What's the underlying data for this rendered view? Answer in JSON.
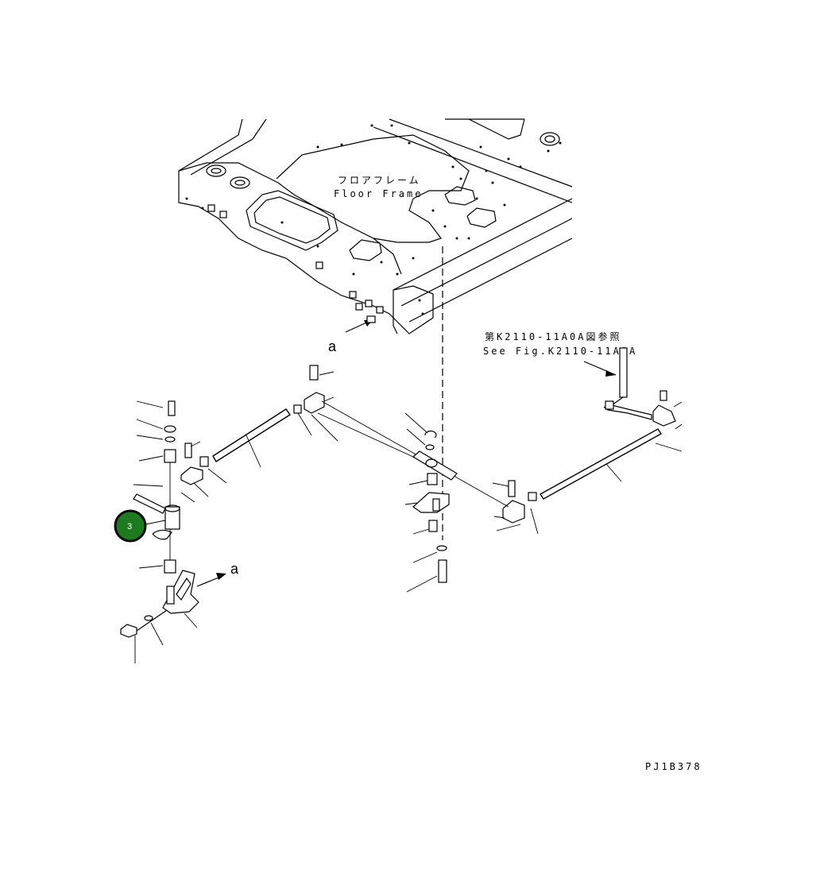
{
  "diagram": {
    "floor_frame_jp": "フロアフレーム",
    "floor_frame_en": "Floor Frame",
    "ref_jp": "第K2110-11A0A図参照",
    "ref_en": "See Fig.K2110-11A0A",
    "view_label": "a",
    "drawing_code": "PJ1B378",
    "callout_badge": {
      "number": "3",
      "color": "#1e7a1e",
      "ring": "#0a0a0a"
    }
  }
}
